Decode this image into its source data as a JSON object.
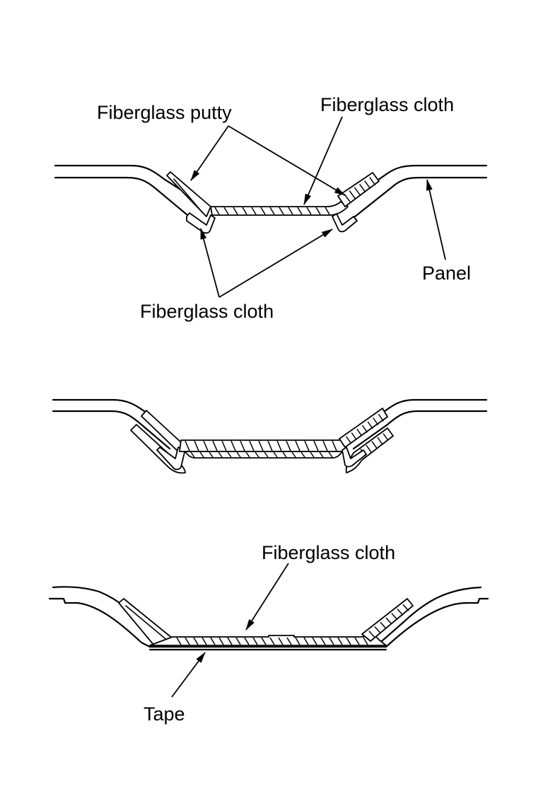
{
  "figure": {
    "panels": [
      {
        "id": "step-1",
        "labels": {
          "putty": "Fiberglass putty",
          "cloth_top": "Fiberglass cloth",
          "cloth_bottom": "Fiberglass cloth",
          "panel": "Panel"
        }
      },
      {
        "id": "step-2",
        "labels": {}
      },
      {
        "id": "step-3",
        "labels": {
          "cloth": "Fiberglass cloth",
          "tape": "Tape"
        }
      }
    ],
    "colors": {
      "line": "#000000",
      "background": "#ffffff"
    }
  }
}
